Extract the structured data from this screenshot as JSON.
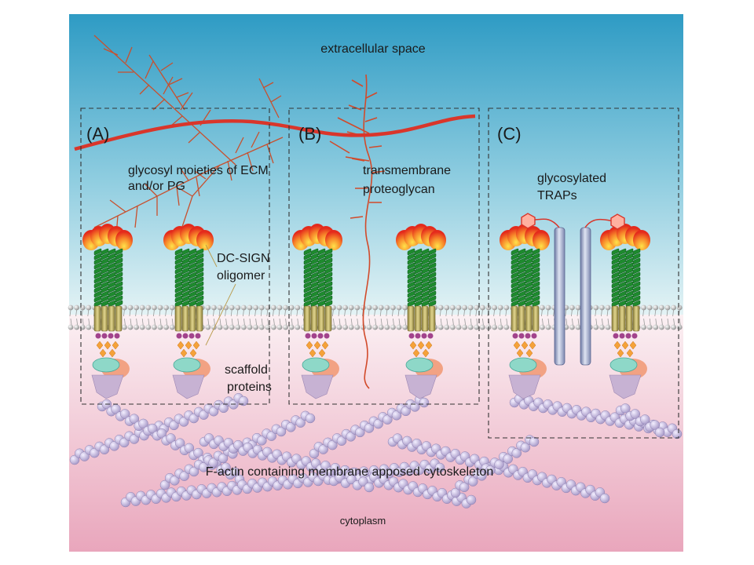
{
  "labels": {
    "extracellular": "extracellular space",
    "panel_a": "(A)",
    "panel_b": "(B)",
    "panel_c": "(C)",
    "glycosyl_line1": "glycosyl moieties of ECM",
    "glycosyl_line2": "and/or PG",
    "transmembrane_line1": "transmembrane",
    "transmembrane_line2": "proteoglycan",
    "glycosylated_line1": "glycosylated",
    "glycosylated_line2": "TRAPs",
    "dcsign_line1": "DC-SIGN",
    "dcsign_line2": "oligomer",
    "scaffold_line1": "scaffold",
    "scaffold_line2": "proteins",
    "factin": "F-actin containing membrane apposed cytoskeleton",
    "cytoplasm": "cytoplasm"
  },
  "colors": {
    "extracellular_top": "#2e9bc4",
    "extracellular_bottom": "#d9edf2",
    "cytoplasm_top": "#faeef1",
    "cytoplasm_bottom": "#eaa8bd",
    "ecm_fiber": "#d9362b",
    "branch": "#c8502e",
    "crd_outer": "#e8321e",
    "crd_inner": "#ffd23a",
    "neck": "#1e8a2e",
    "tm": "#b5a560",
    "scaffold_cyan": "#8ed8c8",
    "scaffold_salmon": "#f2a283",
    "scaffold_lilac": "#c7b2d3",
    "actin": "#c4b8d8",
    "trap": "#9aa5c8"
  }
}
